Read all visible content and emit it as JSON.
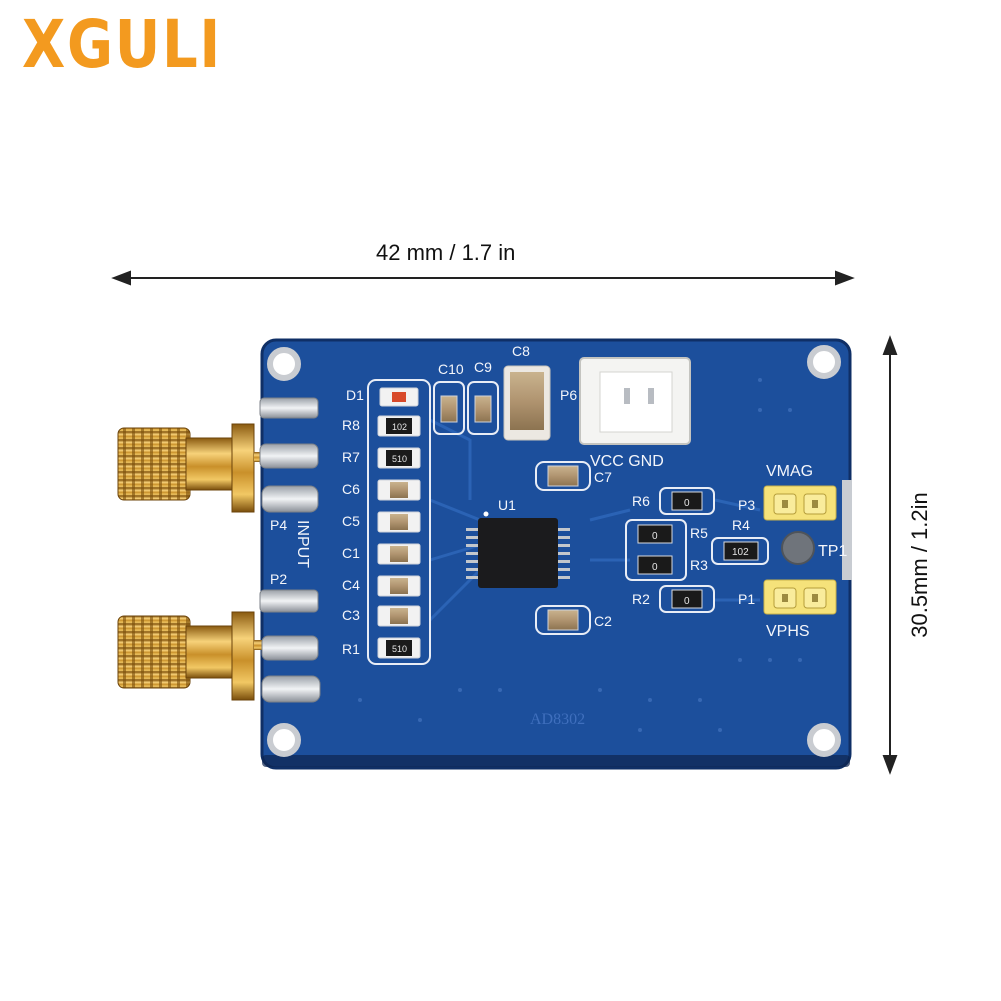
{
  "brand": {
    "text": "XGULI",
    "color": "#f39a1f"
  },
  "dimensions": {
    "width": "42 mm / 1.7 in",
    "height": "30.5mm / 1.2in"
  },
  "board": {
    "pcb_color": "#1c4f9c",
    "chip_marking": "U1",
    "board_name": "AD8302",
    "input_label": "INPUT",
    "connector_label": "VCC GND",
    "output_labels": {
      "mag": "VMAG",
      "phs": "VPHS"
    },
    "port_labels": {
      "p2": "P2",
      "p4": "P4",
      "p1": "P1",
      "p3": "P3",
      "p6": "P6",
      "tp1": "TP1"
    },
    "left_column": [
      "D1",
      "R8",
      "R7",
      "C6",
      "C5",
      "C1",
      "C4",
      "C3",
      "R1"
    ],
    "left_column_markings": {
      "R8": "102",
      "R7": "510",
      "R1": "510"
    },
    "top_caps": {
      "c10": "C10",
      "c9": "C9",
      "c8": "C8"
    },
    "mid_caps": {
      "c7": "C7",
      "c2": "C2"
    },
    "right_resistors": {
      "r6": "R6",
      "r5": "R5",
      "r3": "R3",
      "r2": "R2",
      "r4": "R4"
    },
    "resistor_markings": {
      "zero": "0",
      "r4": "102"
    }
  }
}
